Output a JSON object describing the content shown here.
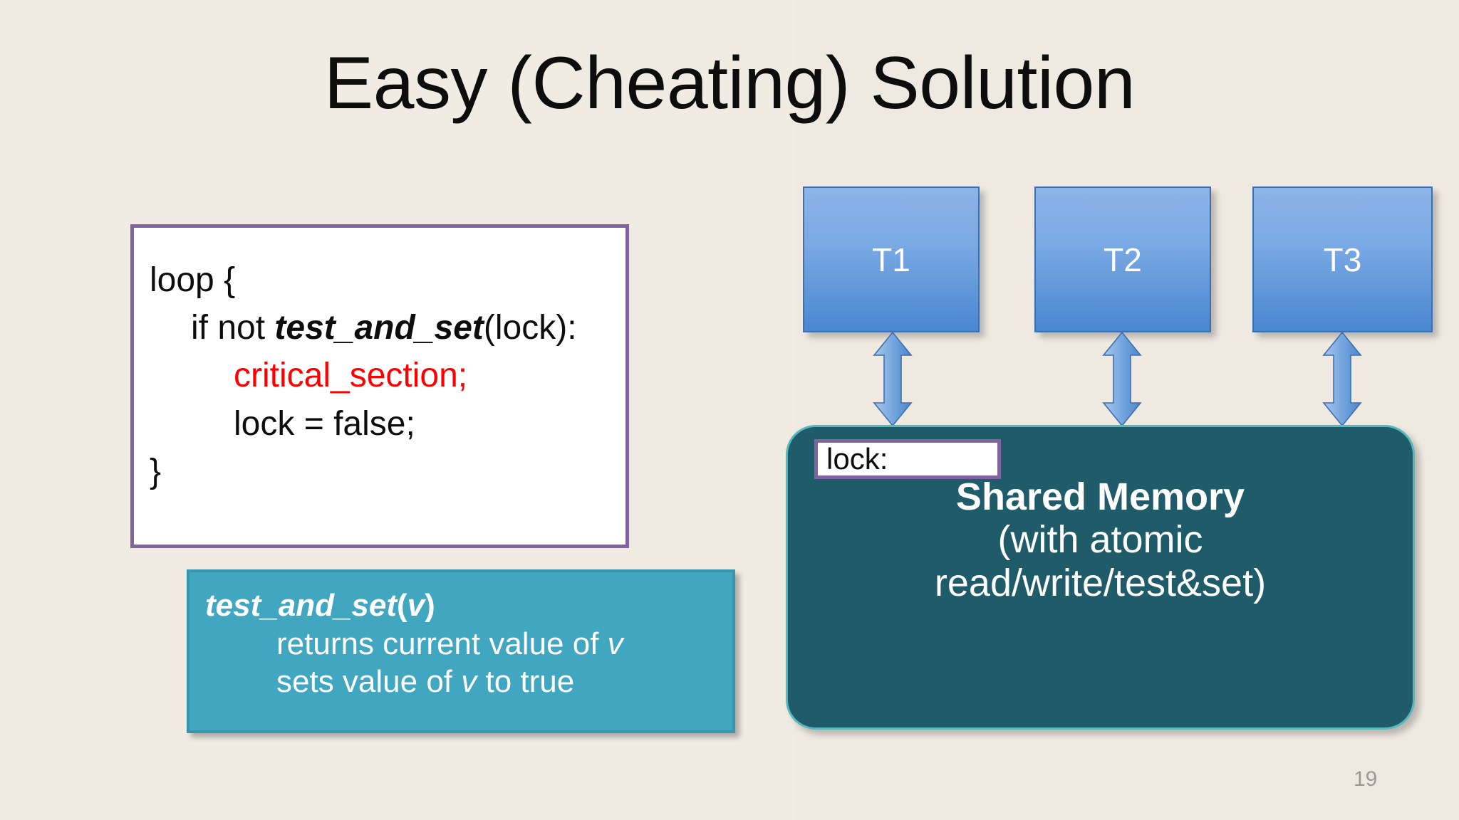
{
  "slide": {
    "title": "Easy (Cheating) Solution",
    "page_number": "19",
    "background_color": "#efebe3"
  },
  "code_box": {
    "border_color": "#8064a2",
    "background_color": "#ffffff",
    "lines": [
      {
        "indent": 0,
        "text": "loop {",
        "color": "#0d0d0d"
      },
      {
        "indent": 1,
        "prefix": "if not ",
        "emphasis": "test_and_set",
        "suffix": "(lock):",
        "color": "#0d0d0d"
      },
      {
        "indent": 2,
        "text": "critical_section;",
        "color": "#ff0000"
      },
      {
        "indent": 2,
        "text": "lock = false;",
        "color": "#0d0d0d"
      },
      {
        "indent": 0,
        "text": "}",
        "color": "#0d0d0d"
      }
    ],
    "line1": "loop {",
    "line2_prefix": "if not ",
    "line2_emph": "test_and_set",
    "line2_suffix": "(lock):",
    "line3": "critical_section;",
    "line4": "lock = false;",
    "line5": "}"
  },
  "definition_box": {
    "background_color": "#41a6c0",
    "signature_name": "test_and_set",
    "signature_open": "(",
    "signature_var": "v",
    "signature_close": ")",
    "desc1_pre": "returns current value of ",
    "desc1_var": "v",
    "desc2_pre": "sets value of ",
    "desc2_var": "v",
    "desc2_post": " to true"
  },
  "threads": [
    {
      "label": "T1"
    },
    {
      "label": "T2"
    },
    {
      "label": "T3"
    }
  ],
  "arrows": {
    "count": 3,
    "type": "double-headed-vertical",
    "color": "#5b9bd5"
  },
  "lock_field": {
    "label": "lock:",
    "value": "",
    "border_color": "#8064a2"
  },
  "shared_memory": {
    "background_color": "#1f5b68",
    "line1": "Shared Memory",
    "line2": "(with atomic",
    "line3": "read/write/test&set)"
  }
}
